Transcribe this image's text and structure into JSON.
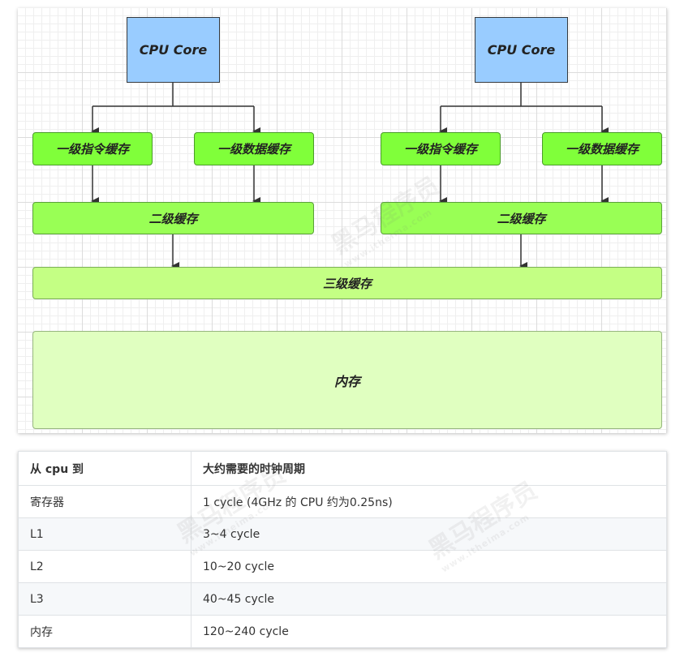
{
  "diagram": {
    "cpu_left": "CPU Core",
    "cpu_right": "CPU Core",
    "l1_instr_left": "一级指令缓存",
    "l1_data_left": "一级数据缓存",
    "l1_instr_right": "一级指令缓存",
    "l1_data_right": "一级数据缓存",
    "l2_left": "二级缓存",
    "l2_right": "二级缓存",
    "l3": "三级缓存",
    "memory": "内存"
  },
  "watermark": {
    "text": "黑马程序员",
    "url": "www.itheima.com"
  },
  "table": {
    "headers": [
      "从 cpu 到",
      "大约需要的时钟周期"
    ],
    "rows": [
      [
        "寄存器",
        "1 cycle (4GHz 的 CPU 约为0.25ns)"
      ],
      [
        "L1",
        "3~4 cycle"
      ],
      [
        "L2",
        "10~20 cycle"
      ],
      [
        "L3",
        "40~45 cycle"
      ],
      [
        "内存",
        "120~240 cycle"
      ]
    ]
  }
}
